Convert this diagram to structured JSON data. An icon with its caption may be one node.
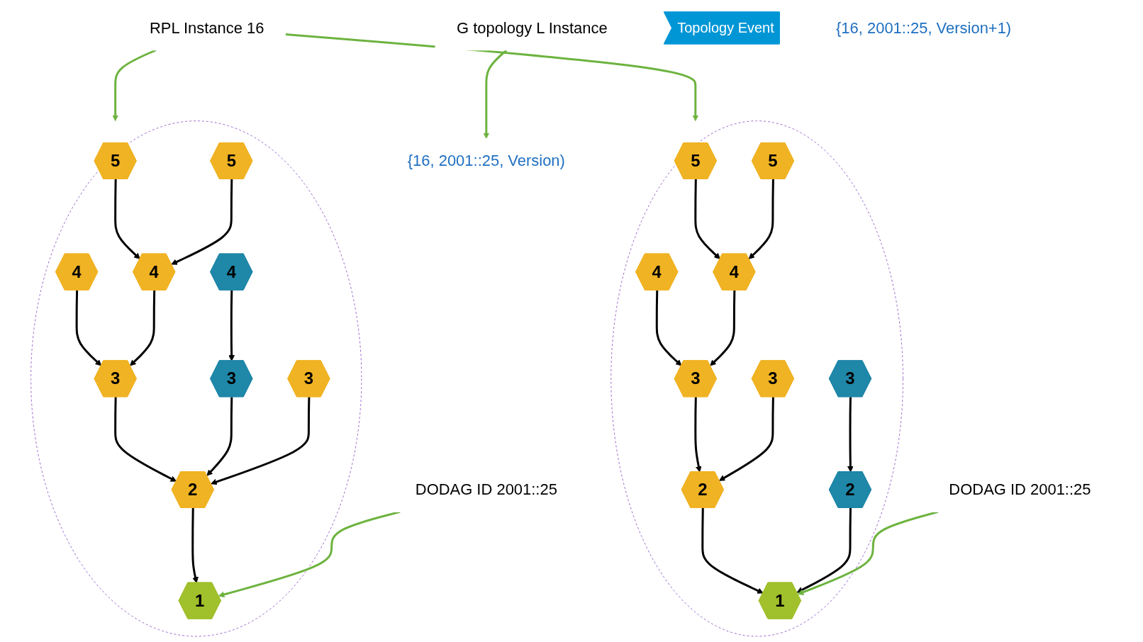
{
  "diagram": {
    "nodes": [
      {
        "text": [
          "RPL Instance 16"
        ]
      },
      {
        "text": [],
        "shape": "circle"
      },
      {
        "text": [
          "5"
        ],
        "in": 1
      },
      {
        "text": [
          "5"
        ],
        "in": 1
      },
      {
        "text": [
          "4"
        ],
        "in": 1
      },
      {
        "text": [
          "4"
        ],
        "in": 1
      },
      {
        "text": [
          "3"
        ],
        "in": 1
      },
      {
        "text": [
          "3"
        ],
        "in": 1
      },
      {
        "text": [
          "3"
        ],
        "in": 1
      },
      {
        "text": [
          "2"
        ],
        "in": 1
      },
      {
        "text": [
          "2"
        ],
        "in": 1
      },
      {
        "text": [
          "1"
        ],
        "in": 1
      },
      {
        "text": [
          "DODAG ID 2001::25"
        ]
      },
      {
        "text": [
          "G topology L Instance"
        ]
      },
      {
        "text": [
          "{16, 2001::25, Version)"
        ]
      },
      {
        "text": [
          "Topology Event"
        ]
      },
      {
        "text": [],
        "shape": "circle"
      },
      {
        "text": [
          "5"
        ],
        "in": 16
      },
      {
        "text": [
          "5"
        ],
        "in": 16
      },
      {
        "text": [
          "4"
        ],
        "in": 16
      },
      {
        "text": [
          "4"
        ],
        "in": 16
      },
      {
        "text": [
          "4"
        ],
        "in": 16
      },
      {
        "text": [
          "3"
        ],
        "in": 16
      },
      {
        "text": [
          "3"
        ],
        "in": 16
      },
      {
        "text": [
          "3"
        ],
        "in": 16
      },
      {
        "text": [
          "2"
        ],
        "in": 16
      },
      {
        "text": [
          "1"
        ],
        "in": 16
      },
      {
        "text": [
          "DODAG ID 2001::25"
        ]
      },
      {
        "text": [
          "{16, 2001::25, Version+1)"
        ]
      }
    ],
    "edges": [
      {
        "from": 0,
        "to": 1,
        "arrow": "to",
        "color": "#6db33f"
      },
      {
        "from": 0,
        "to": 16,
        "arrow": "to",
        "color": "#6db33f"
      },
      {
        "from": 2,
        "to": 5,
        "arrow": "to"
      },
      {
        "from": 3,
        "to": 5,
        "arrow": "to"
      },
      {
        "from": 4,
        "to": 6,
        "arrow": "to"
      },
      {
        "from": 5,
        "to": 6,
        "arrow": "to"
      },
      {
        "from": 6,
        "to": 9,
        "arrow": "to"
      },
      {
        "from": 7,
        "to": 10,
        "arrow": "to"
      },
      {
        "from": 8,
        "to": 9,
        "arrow": "to"
      },
      {
        "from": 9,
        "to": 11,
        "arrow": "to"
      },
      {
        "from": 10,
        "to": 11,
        "arrow": "to"
      },
      {
        "from": 12,
        "to": 11,
        "arrow": "to",
        "color": "#6db33f"
      },
      {
        "from": 13,
        "to": 14,
        "arrow": "to",
        "color": "#6db33f"
      },
      {
        "from": 17,
        "to": 20,
        "arrow": "to"
      },
      {
        "from": 18,
        "to": 20,
        "arrow": "to"
      },
      {
        "from": 19,
        "to": 22,
        "arrow": "to"
      },
      {
        "from": 20,
        "to": 22,
        "arrow": "to"
      },
      {
        "from": 21,
        "to": 23,
        "arrow": "to"
      },
      {
        "from": 22,
        "to": 25,
        "arrow": "to"
      },
      {
        "from": 23,
        "to": 25,
        "arrow": "to"
      },
      {
        "from": 24,
        "to": 25,
        "arrow": "to"
      },
      {
        "from": 25,
        "to": 26,
        "arrow": "to"
      },
      {
        "from": 27,
        "to": 26,
        "arrow": "to",
        "color": "#6db33f"
      }
    ]
  }
}
